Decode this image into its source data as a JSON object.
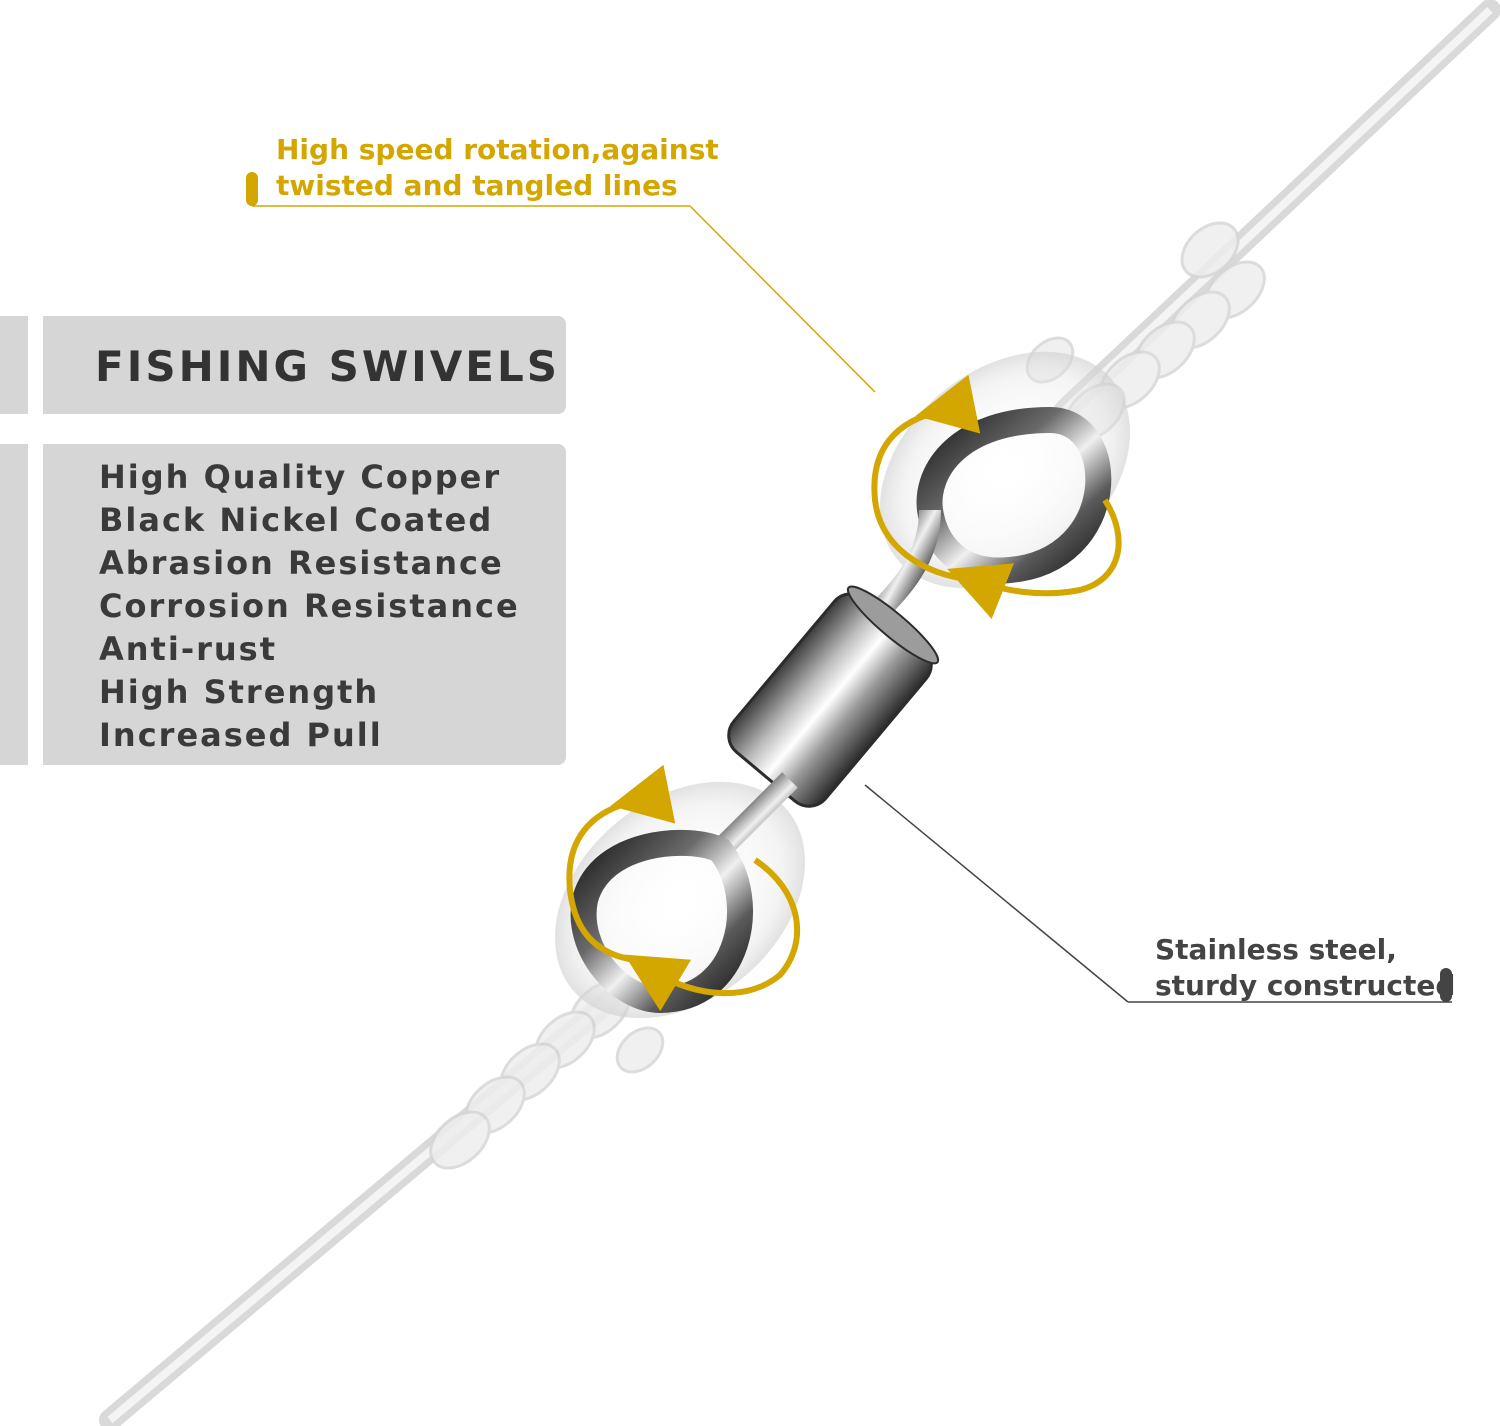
{
  "product": {
    "title": "FISHING SWIVELS",
    "features": [
      "High Quality Copper",
      "Black Nickel Coated",
      "Abrasion Resistance",
      "Corrosion Resistance",
      "Anti-rust",
      "High Strength",
      "Increased Pull"
    ]
  },
  "callouts": {
    "rotation": {
      "line1": "High speed rotation,against",
      "line2": "twisted and tangled lines"
    },
    "material": {
      "line1": "Stainless steel,",
      "line2": "sturdy constructed"
    }
  },
  "colors": {
    "accent": "#d4a600",
    "panel": "#d6d6d6",
    "text_dark": "#333333",
    "swivel_metal": "#2e2e2e"
  },
  "icons": [
    "rotation-arrow-icon",
    "swivel-icon",
    "fishing-line-icon",
    "bead-icon"
  ]
}
